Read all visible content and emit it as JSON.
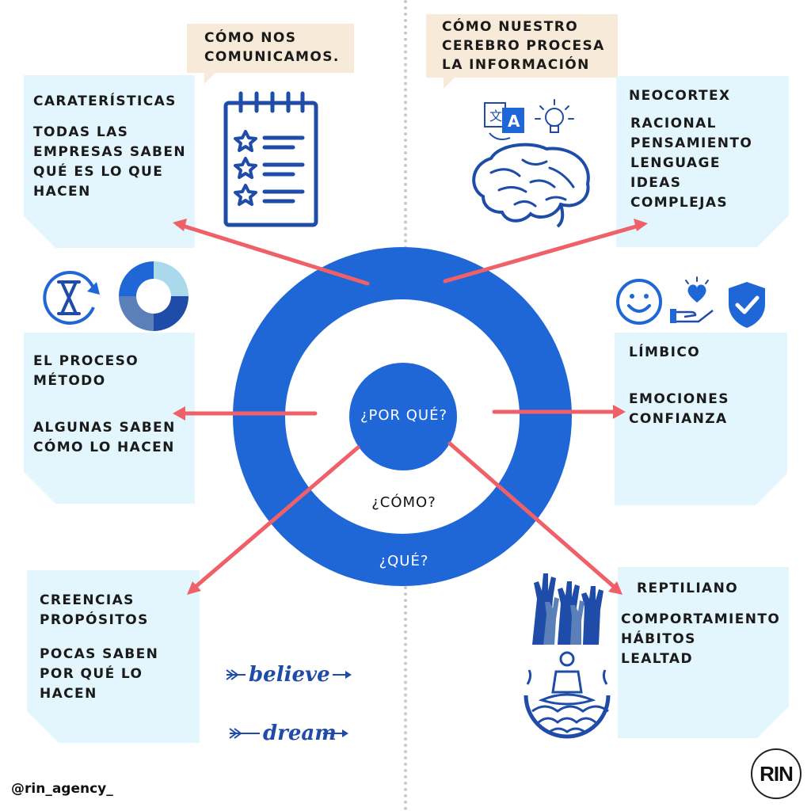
{
  "tags": {
    "left": [
      "CÓMO NOS",
      "COMUNICAMOS."
    ],
    "right": [
      "CÓMO NUESTRO",
      "CEREBRO PROCESA",
      "LA INFORMACIÓN"
    ]
  },
  "left_cards": {
    "what": {
      "heading": "CARATERÍSTICAS",
      "body": [
        "TODAS LAS",
        "EMPRESAS SABEN",
        "QUÉ ES LO QUE",
        "HACEN"
      ]
    },
    "how": {
      "heading": [
        "EL PROCESO",
        "MÉTODO"
      ],
      "body": [
        "ALGUNAS SABEN",
        "CÓMO LO HACEN"
      ]
    },
    "why": {
      "heading": [
        "CREENCIAS",
        "PROPÓSITOS"
      ],
      "body": [
        "POCAS SABEN",
        "POR QUÉ LO",
        "HACEN"
      ]
    }
  },
  "right_cards": {
    "neocortex": {
      "heading": "NEOCORTEX",
      "body": [
        "RACIONAL",
        "PENSAMIENTO",
        "LENGUAGE",
        "IDEAS",
        "COMPLEJAS"
      ]
    },
    "limbic": {
      "heading": "LÍMBICO",
      "body": [
        "EMOCIONES",
        "CONFIANZA"
      ]
    },
    "reptilian": {
      "heading": "REPTILIANO",
      "body": [
        "COMPORTAMIENTO",
        "HÁBITOS",
        "LEALTAD"
      ]
    }
  },
  "circle": {
    "why": "¿POR QUÉ?",
    "how": "¿CÓMO?",
    "what": "¿QUÉ?"
  },
  "script_words": [
    "believe",
    "dream"
  ],
  "footer": {
    "handle": "@rin_agency_",
    "logo": "RIN"
  },
  "colors": {
    "blue": "#1f66d6",
    "arrow": "#f06068",
    "card": "#e3f6fd",
    "tag": "#f7ead8",
    "icon_blue": "#1e4ca8"
  },
  "icons": [
    "checklist-stars-icon",
    "translate-icon",
    "lightbulb-icon",
    "brain-icon",
    "hourglass-refresh-icon",
    "cycle-arrows-icon",
    "smiley-icon",
    "heart-hand-icon",
    "shield-check-icon",
    "raised-hands-icon",
    "meditation-icon"
  ]
}
